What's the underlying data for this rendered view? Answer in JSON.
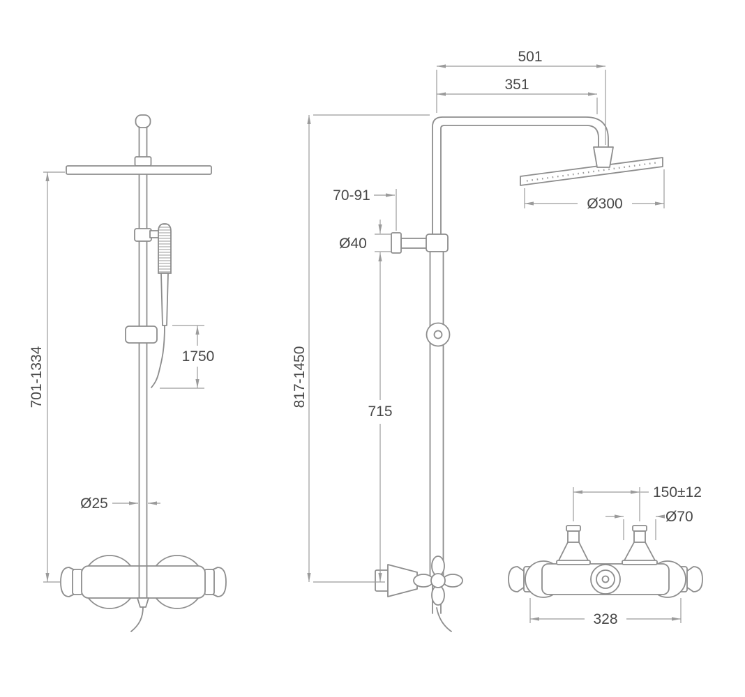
{
  "colors": {
    "background": "#ffffff",
    "part_line": "#8d8d8d",
    "dimension_line": "#9b9b9b",
    "dimension_text": "#474747"
  },
  "views": {
    "front": {
      "dims": {
        "height_range": "701-1334",
        "hose_length": "1750",
        "riser_diameter": "Ø25"
      }
    },
    "side": {
      "dims": {
        "reach_overall": "501",
        "reach_arm": "351",
        "wall_offset": "70-91",
        "bracket_diameter": "Ø40",
        "height_overall_range": "817-1450",
        "bracket_height": "715",
        "head_diameter": "Ø300"
      }
    },
    "valve": {
      "dims": {
        "inlet_centers": "150±12",
        "inlet_flange_diameter": "Ø70",
        "valve_width": "328"
      }
    }
  }
}
